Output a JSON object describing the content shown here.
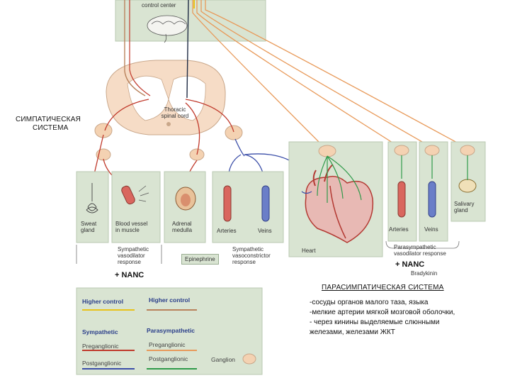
{
  "labels": {
    "control_center": "control center",
    "thoracic_spinal_cord": "Thoracic spinal cord",
    "sympathetic_system": "СИМПАТИЧЕСКАЯ СИСТЕМА",
    "sympathetic_system_l1": "СИМПАТИЧЕСКАЯ",
    "sympathetic_system_l2": "СИСТЕМА",
    "sweat_gland_l1": "Sweat",
    "sweat_gland_l2": "gland",
    "blood_vessel_l1": "Blood vessel",
    "blood_vessel_l2": "in muscle",
    "adrenal_l1": "Adrenal",
    "adrenal_l2": "medulla",
    "arteries_left": "Arteries",
    "veins_left": "Veins",
    "heart": "Heart",
    "arteries_right": "Arteries",
    "veins_right": "Veins",
    "salivary_l1": "Salivary",
    "salivary_l2": "gland",
    "symp_vasodilator_l1": "Sympathetic",
    "symp_vasodilator_l2": "vasodilator",
    "symp_vasodilator_l3": "response",
    "epinephrine": "Epinephrine",
    "symp_vasoconstrictor_l1": "Sympathetic",
    "symp_vasoconstrictor_l2": "vasoconstrictor",
    "symp_vasoconstrictor_l3": "response",
    "para_vasodilator_l1": "Parasympathetic",
    "para_vasodilator_l2": "vasodilator response",
    "bradykinin": "Bradykinin",
    "nanc_left": "+ NANC",
    "nanc_right": "+ NANC",
    "parasympathetic_system": "ПАРАСИМПАТИЧЕСКАЯ СИСТЕМА",
    "notes": [
      "-сосуды органов малого таза, языка",
      "-мелкие артерии мягкой мозговой оболочки,",
      "- через кинины выделяемые слюнными",
      "железами, железами ЖКТ"
    ]
  },
  "legend": {
    "higher_control_1": "Higher control",
    "higher_control_2": "Higher control",
    "sympathetic": "Sympathetic",
    "parasympathetic": "Parasympathetic",
    "preganglionic_1": "Preganglionic",
    "preganglionic_2": "Preganglionic",
    "postganglionic_1": "Postganglionic",
    "postganglionic_2": "Postganglionic",
    "ganglion": "Ganglion"
  },
  "colors": {
    "panel": "#d9e4d2",
    "panel_border": "#b9c9b1",
    "higher_symp": "#e8c21a",
    "higher_para": "#b9825c",
    "symp_pre": "#c0392b",
    "symp_post": "#3b4ea8",
    "para_pre": "#e89a5a",
    "para_post": "#2f9a4a",
    "ganglion": "#f4d2b2",
    "cord": "#f6dcc6"
  }
}
